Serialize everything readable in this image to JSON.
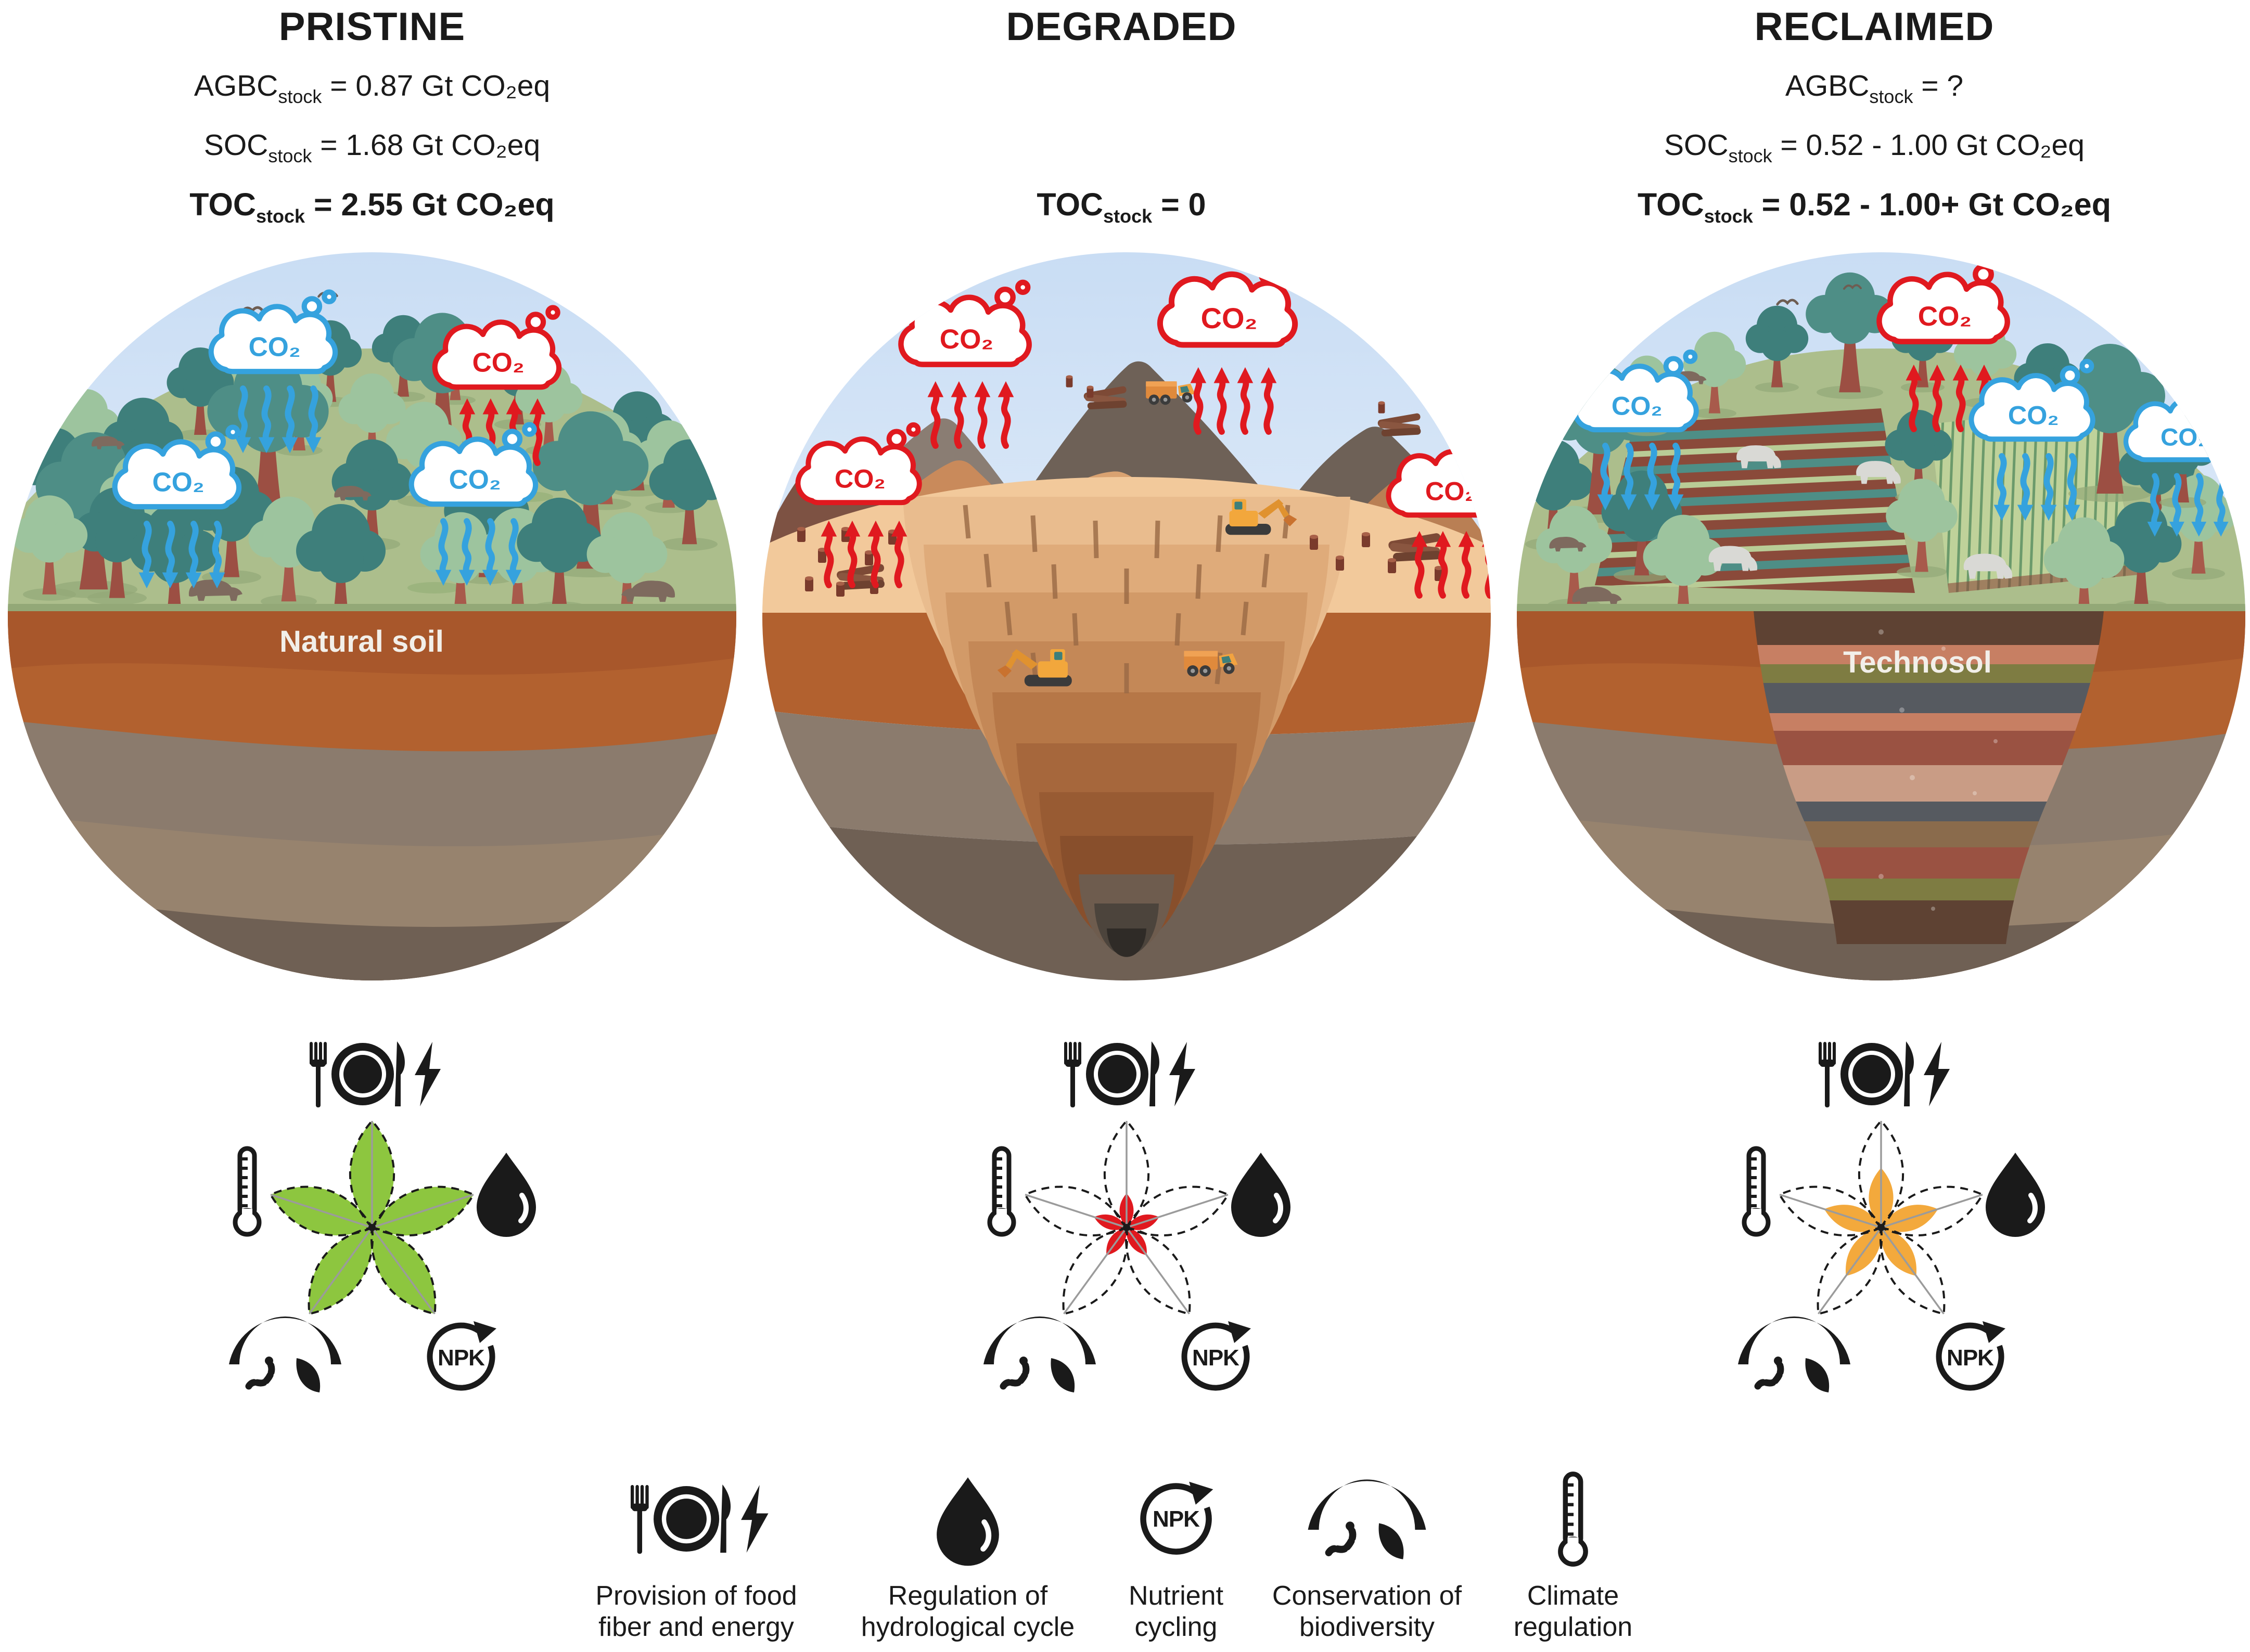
{
  "panels": [
    {
      "id": "pristine",
      "title": "PRISTINE",
      "stock_lines": [
        {
          "term": "AGBC",
          "sub": "stock",
          "rest": " = 0.87 Gt CO₂eq",
          "bold": false
        },
        {
          "term": "SOC",
          "sub": "stock",
          "rest": " = 1.68 Gt CO₂eq",
          "bold": false
        },
        {
          "term": "TOC",
          "sub": "stock",
          "rest": " = 2.55 Gt CO₂eq",
          "bold": true
        }
      ],
      "soil_label": "Natural soil",
      "flower": {
        "fill_level": 1.0,
        "petal_color": "#8dc63f",
        "petal_scale": "scale(1)"
      }
    },
    {
      "id": "degraded",
      "title": "DEGRADED",
      "stock_lines": [
        {
          "term": "",
          "sub": "",
          "rest": "",
          "bold": false
        },
        {
          "term": "",
          "sub": "",
          "rest": "",
          "bold": false
        },
        {
          "term": "TOC",
          "sub": "stock",
          "rest": " = 0",
          "bold": true
        }
      ],
      "soil_label": "",
      "flower": {
        "fill_level": 0.3,
        "petal_color": "#e0191f",
        "petal_scale": "scale(0.32)"
      }
    },
    {
      "id": "reclaimed",
      "title": "RECLAIMED",
      "stock_lines": [
        {
          "term": "AGBC",
          "sub": "stock",
          "rest": " = ?",
          "bold": false
        },
        {
          "term": "SOC",
          "sub": "stock",
          "rest": " = 0.52 - 1.00 Gt CO₂eq",
          "bold": false
        },
        {
          "term": "TOC",
          "sub": "stock",
          "rest": " = 0.52 - 1.00+ Gt CO₂eq",
          "bold": true
        }
      ],
      "soil_label": "Technosol",
      "flower": {
        "fill_level": 0.55,
        "petal_color": "#f3a93c",
        "petal_scale": "scale(0.56)"
      }
    }
  ],
  "co2_label": "CO₂",
  "npk_label": "NPK",
  "legend": [
    {
      "icon": "food-icon",
      "label_line1": "Provision of food",
      "label_line2": "fiber and energy"
    },
    {
      "icon": "droplet-icon",
      "label_line1": "Regulation of",
      "label_line2": "hydrological cycle"
    },
    {
      "icon": "npk-icon",
      "label_line1": "Nutrient",
      "label_line2": "cycling"
    },
    {
      "icon": "biodiversity-icon",
      "label_line1": "Conservation of",
      "label_line2": "biodiversity"
    },
    {
      "icon": "thermometer-icon",
      "label_line1": "Climate",
      "label_line2": "regulation"
    }
  ],
  "colors": {
    "absorb_blue": "#35a2de",
    "emit_red": "#e0191f",
    "petal_green": "#8dc63f",
    "petal_orange": "#f3a93c",
    "icon_black": "#1a1a1a"
  }
}
